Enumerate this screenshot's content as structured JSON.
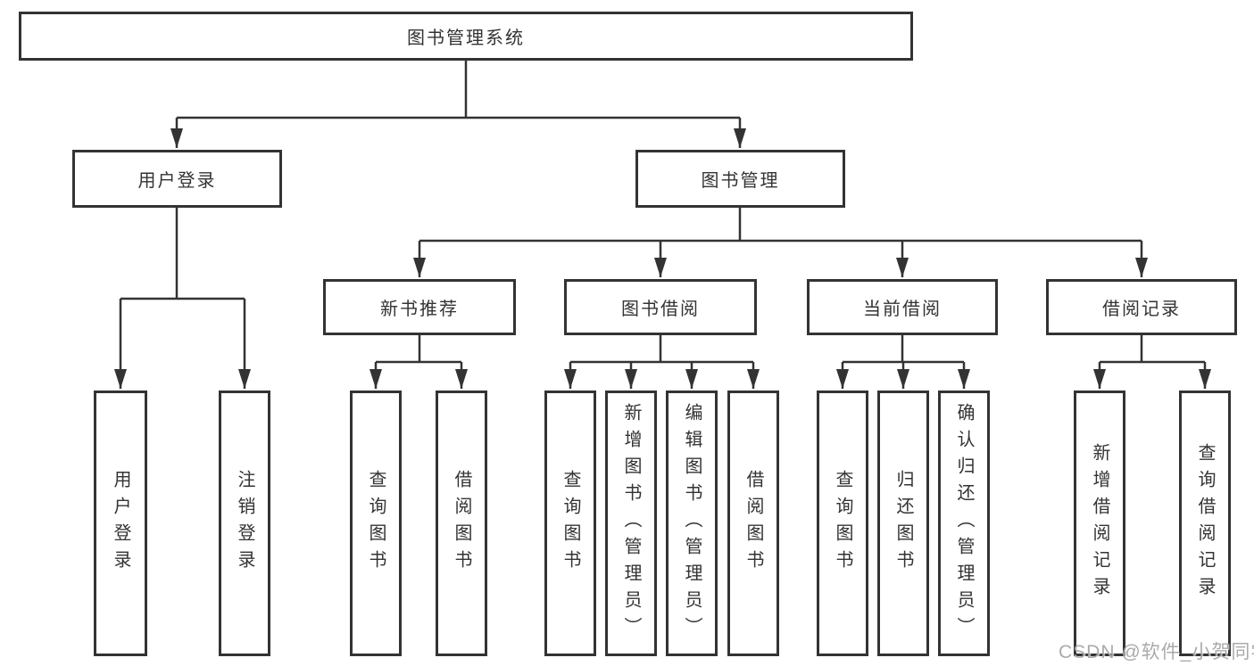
{
  "diagram": {
    "tree": {
      "label": "图书管理系统",
      "children": [
        {
          "label": "用户登录",
          "children": [
            {
              "label": "用户登录"
            },
            {
              "label": "注销登录"
            }
          ]
        },
        {
          "label": "图书管理",
          "children": [
            {
              "label": "新书推荐",
              "children": [
                {
                  "label": "查询图书"
                },
                {
                  "label": "借阅图书"
                }
              ]
            },
            {
              "label": "图书借阅",
              "children": [
                {
                  "label": "查询图书"
                },
                {
                  "label": "新增图书（管理员）"
                },
                {
                  "label": "编辑图书（管理员）"
                },
                {
                  "label": "借阅图书"
                }
              ]
            },
            {
              "label": "当前借阅",
              "children": [
                {
                  "label": "查询图书"
                },
                {
                  "label": "归还图书"
                },
                {
                  "label": "确认归还（管理员）"
                }
              ]
            },
            {
              "label": "借阅记录",
              "children": [
                {
                  "label": "新增借阅记录"
                },
                {
                  "label": "查询借阅记录"
                }
              ]
            }
          ]
        }
      ]
    },
    "watermark": "CSDN @软件_小贺同学",
    "colors": {
      "line": "#333333",
      "text": "#333333",
      "box_background": "#ffffff",
      "watermark": "#9e9e9e"
    }
  }
}
